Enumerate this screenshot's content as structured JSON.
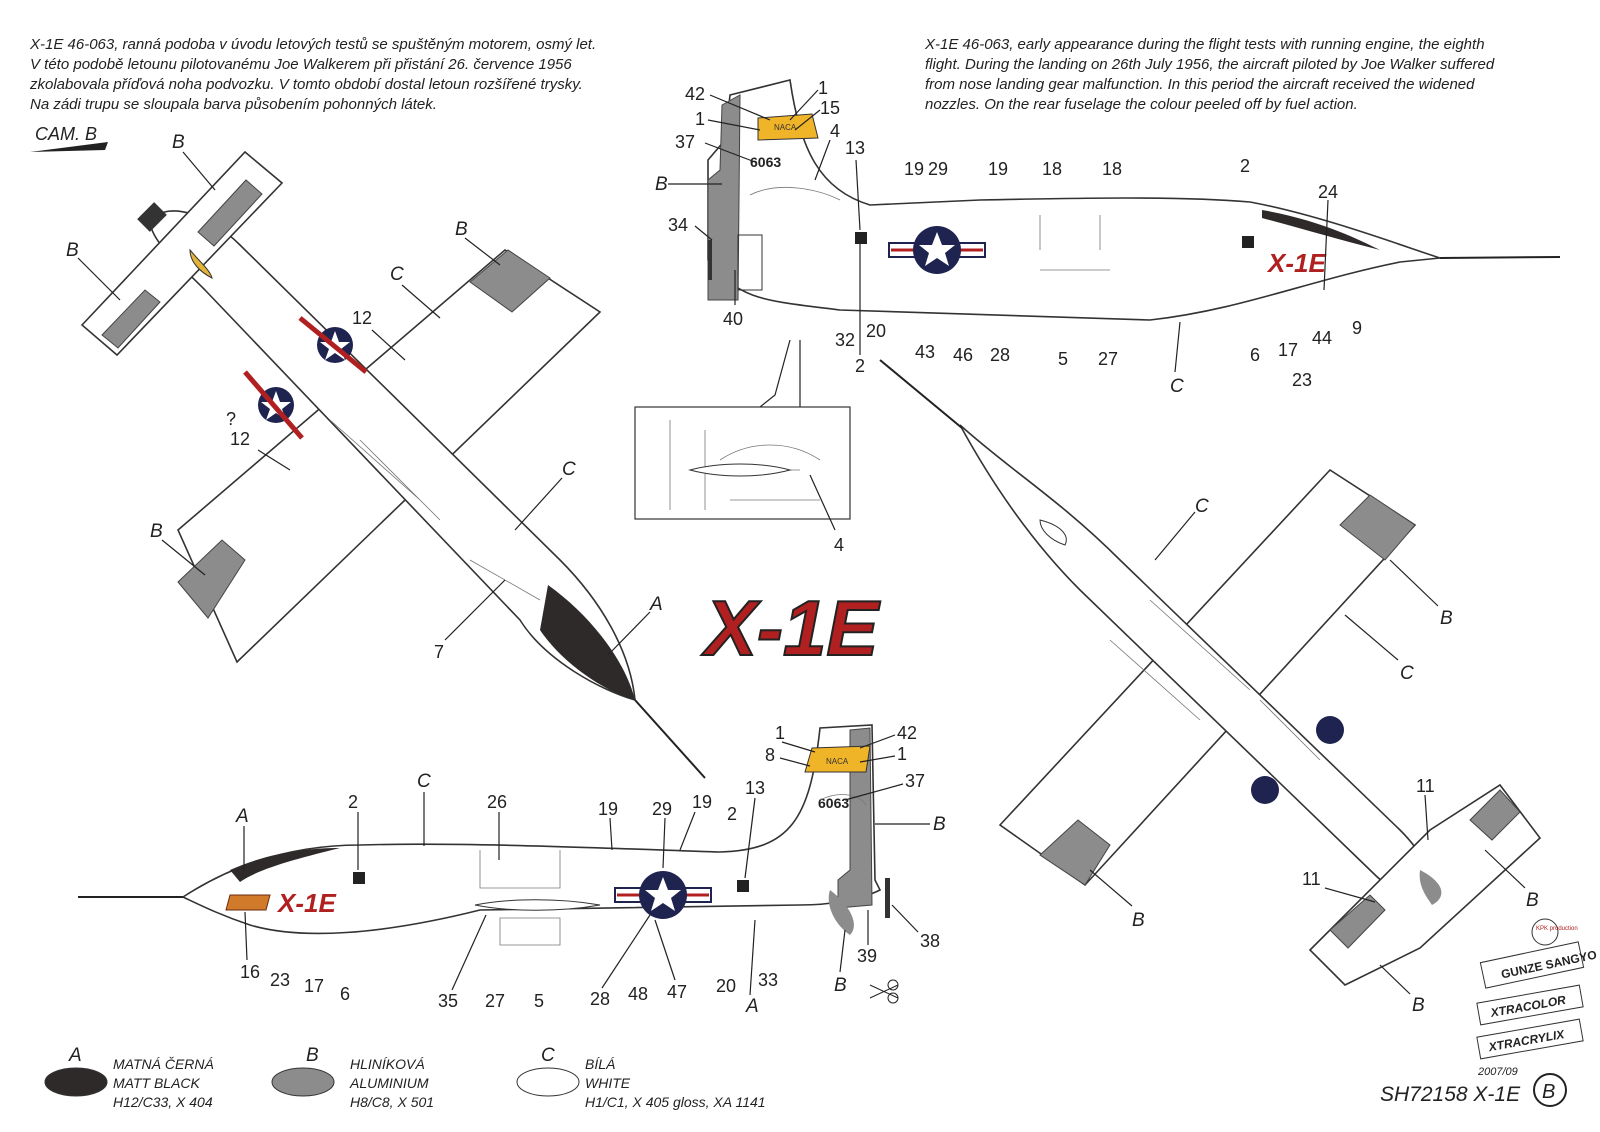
{
  "description_cz": [
    "X-1E 46-063, ranná podoba v úvodu letových testů se spuštěným motorem, osmý let.",
    "V této podobě letounu pilotovanému Joe Walkerem při přistání 26. července 1956",
    "zkolabovala příďová noha podvozku.  V tomto období dostal letoun rozšířené trysky.",
    "Na zádi trupu se sloupala barva působením pohonných látek."
  ],
  "description_en": [
    "X-1E 46-063, early appearance during the flight tests with running engine, the eighth",
    "flight. During the landing on 26th July 1956, the aircraft piloted by Joe Walker suffered",
    "from nose landing gear malfunction. In this period the aircraft received the widened",
    "nozzles. On the rear fuselage the colour peeled off by fuel action."
  ],
  "camouflage_label": "CAM. B",
  "title_logo": "X-1E",
  "fuselage_marking": "X-1E",
  "tail_number": "6063",
  "tail_badge": "NACA",
  "callouts": {
    "c1": "1",
    "c2": "2",
    "c4": "4",
    "c5": "5",
    "c6": "6",
    "c7": "7",
    "c8": "8",
    "c9": "9",
    "c11": "11",
    "c12": "12",
    "c13": "13",
    "c15": "15",
    "c16": "16",
    "c17": "17",
    "c18": "18",
    "c19": "19",
    "c20": "20",
    "c23": "23",
    "c24": "24",
    "c26": "26",
    "c27": "27",
    "c28": "28",
    "c29": "29",
    "c32": "32",
    "c33": "33",
    "c34": "34",
    "c35": "35",
    "c37": "37",
    "c38": "38",
    "c39": "39",
    "c40": "40",
    "c42": "42",
    "c43": "43",
    "c44": "44",
    "c46": "46",
    "c47": "47",
    "c48": "48",
    "q": "?"
  },
  "letters": {
    "A": "A",
    "B": "B",
    "C": "C"
  },
  "legend": [
    {
      "code": "A",
      "cz": "MATNÁ ČERNÁ",
      "en": "MATT BLACK",
      "paint": "H12/C33, X 404",
      "color": "#2e2a2a"
    },
    {
      "code": "B",
      "cz": "HLINÍKOVÁ",
      "en": "ALUMINIUM",
      "paint": "H8/C8, X 501",
      "color": "#8c8c8c"
    },
    {
      "code": "C",
      "cz": "BÍLÁ",
      "en": "WHITE",
      "paint": "H1/C1, X 405 gloss, XA 1141",
      "color": "#ffffff"
    }
  ],
  "brands": [
    "KPK production",
    "GUNZE SANGYO",
    "XTRACOLOR",
    "XTRACRYLIX"
  ],
  "footer": {
    "date": "2007/09",
    "title": "SH72158 X-1E",
    "scheme": "B"
  }
}
